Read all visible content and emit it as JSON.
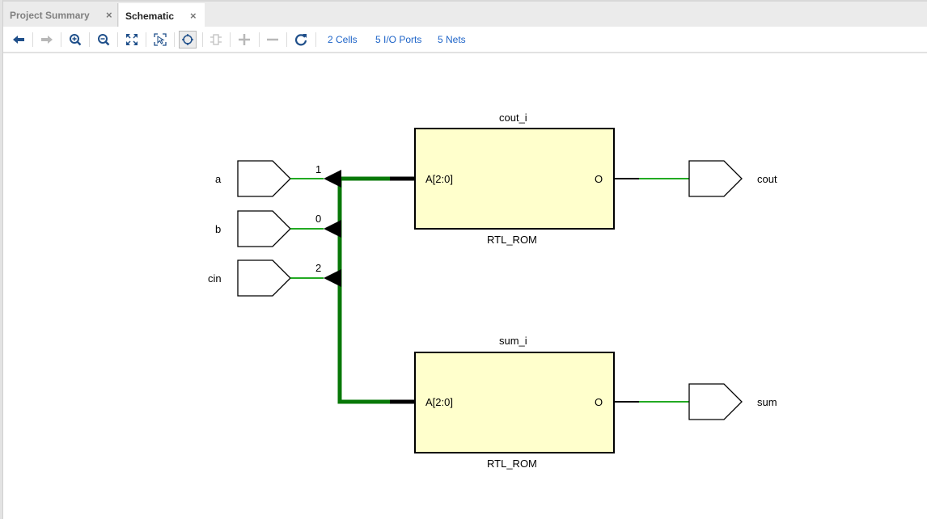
{
  "tabs": [
    {
      "label": "Project Summary",
      "active": false,
      "close_glyph": "×"
    },
    {
      "label": "Schematic",
      "active": true,
      "close_glyph": "×"
    }
  ],
  "toolbar": {
    "buttons": [
      {
        "name": "back",
        "icon": "arrow-left-icon",
        "enabled": true
      },
      {
        "name": "forward",
        "icon": "arrow-right-icon",
        "enabled": false
      },
      {
        "name": "zoom-in",
        "icon": "zoom-in-icon",
        "enabled": true
      },
      {
        "name": "zoom-out",
        "icon": "zoom-out-icon",
        "enabled": true
      },
      {
        "name": "zoom-fit",
        "icon": "fit-icon",
        "enabled": true
      },
      {
        "name": "zoom-area",
        "icon": "select-area-icon",
        "enabled": true
      },
      {
        "name": "autofit-selection",
        "icon": "crosshair-icon",
        "enabled": true,
        "pressed": true
      },
      {
        "name": "collapse-cell",
        "icon": "cell-icon",
        "enabled": false
      },
      {
        "name": "expand",
        "icon": "plus-icon",
        "enabled": false
      },
      {
        "name": "collapse",
        "icon": "minus-icon",
        "enabled": false
      },
      {
        "name": "regenerate",
        "icon": "refresh-icon",
        "enabled": true
      }
    ],
    "links": {
      "cells": "2 Cells",
      "ports": "5 I/O Ports",
      "nets": "5 Nets"
    }
  },
  "schematic": {
    "colors": {
      "net": "#22aa22",
      "bus": "#087808",
      "cell_fill": "#ffffcc",
      "stroke": "#000000"
    },
    "input_ports": [
      {
        "name": "a",
        "bit": "1"
      },
      {
        "name": "b",
        "bit": "0"
      },
      {
        "name": "cin",
        "bit": "2"
      }
    ],
    "cells": [
      {
        "instance": "cout_i",
        "type": "RTL_ROM",
        "in_pin": "A[2:0]",
        "out_pin": "O",
        "output_port": "cout"
      },
      {
        "instance": "sum_i",
        "type": "RTL_ROM",
        "in_pin": "A[2:0]",
        "out_pin": "O",
        "output_port": "sum"
      }
    ]
  }
}
